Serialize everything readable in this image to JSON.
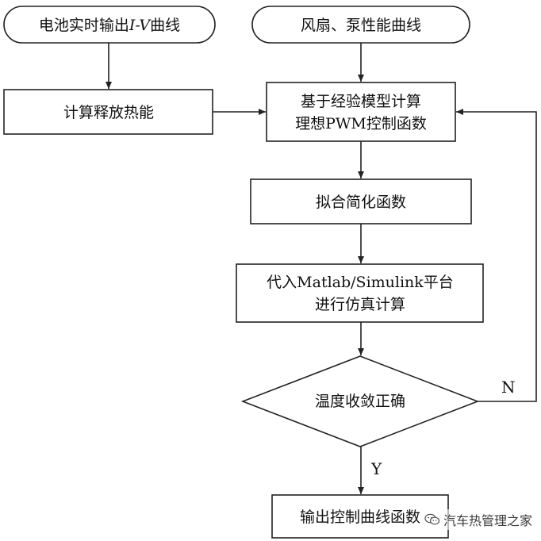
{
  "flowchart": {
    "nodes": {
      "battery_iv": {
        "lines": [
          "电池实时输出",
          "I-V",
          "曲线"
        ]
      },
      "fan_pump": {
        "lines": [
          "风扇、泵性能曲线"
        ]
      },
      "calc_heat": {
        "lines": [
          "计算释放热能"
        ]
      },
      "pwm_calc": {
        "lines": [
          "基于经验模型计算",
          "理想PWM控制函数"
        ]
      },
      "fit_simplify": {
        "lines": [
          "拟合简化函数"
        ]
      },
      "matlab_sim": {
        "lines": [
          "代入Matlab/Simulink平台",
          "进行仿真计算"
        ]
      },
      "temp_check": {
        "lines": [
          "温度收敛正确"
        ]
      },
      "output": {
        "lines": [
          "输出控制曲线函数"
        ]
      }
    },
    "edge_labels": {
      "no": "N",
      "yes": "Y"
    }
  },
  "watermark": {
    "text": "汽车热管理之家",
    "icon": "wechat-icon"
  }
}
